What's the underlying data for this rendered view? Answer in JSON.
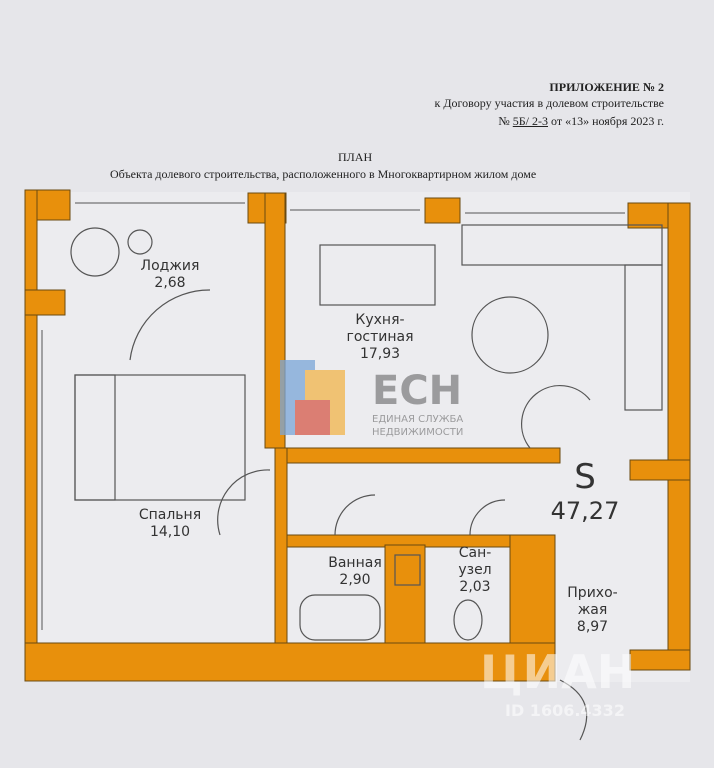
{
  "header": {
    "appendix": "ПРИЛОЖЕНИЕ № 2",
    "line1": "к Договору участия в долевом строительстве",
    "line2_prefix": "№",
    "contract_no": "5Б/ 2-3",
    "line2_suffix": "от «13» ноября 2023 г.",
    "title": "ПЛАН",
    "subtitle": "Объекта долевого строительства, расположенного в Многоквартирном жилом доме"
  },
  "rooms": {
    "loggia": {
      "name": "Лоджия",
      "area": "2,68"
    },
    "kitchen": {
      "name1": "Кухня-",
      "name2": "гостиная",
      "area": "17,93"
    },
    "bedroom": {
      "name": "Спальня",
      "area": "14,10"
    },
    "bathroom": {
      "name": "Ванная",
      "area": "2,90"
    },
    "wc": {
      "name1": "Сан-",
      "name2": "узел",
      "area": "2,03"
    },
    "hall": {
      "name1": "Прихо-",
      "name2": "жая",
      "area": "8,97"
    }
  },
  "total": {
    "symbol": "S",
    "area": "47,27"
  },
  "watermarks": {
    "logo": "ЕСН",
    "logo_line1": "ЕДИНАЯ СЛУЖБА",
    "logo_line2": "НЕДВИЖИМОСТИ",
    "cian": "ЦИАН",
    "cian_id": "ID 1606.4332"
  },
  "colors": {
    "wall": "#e8900c",
    "paper": "#e6e6ea"
  }
}
